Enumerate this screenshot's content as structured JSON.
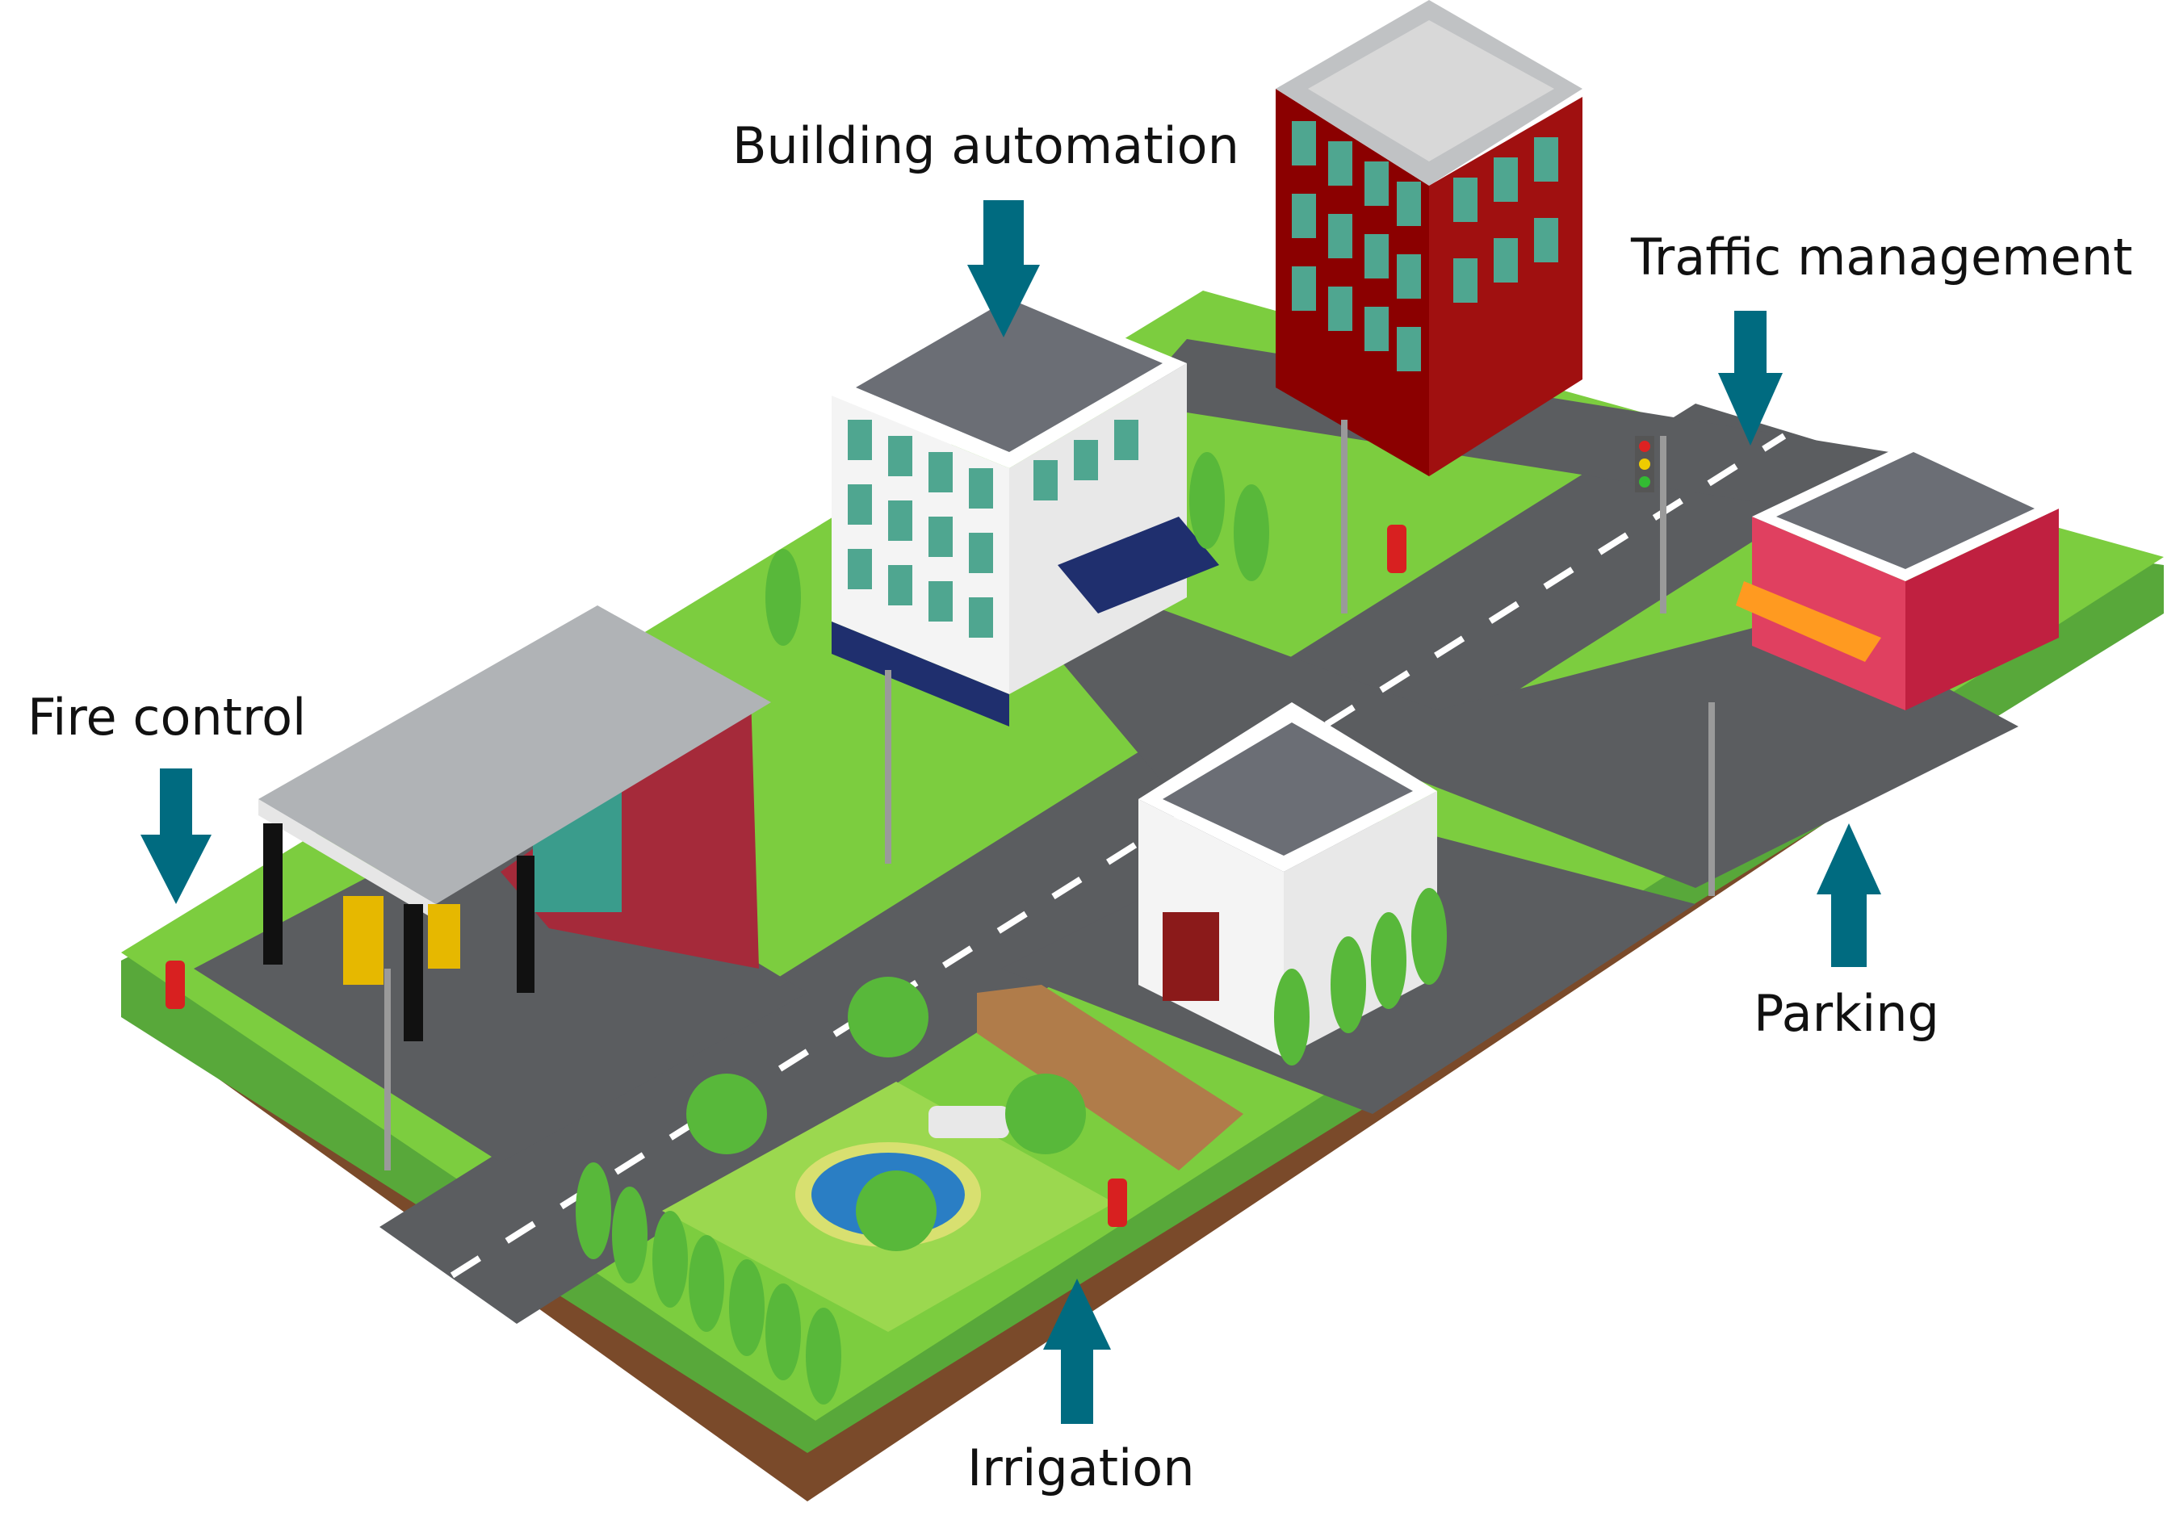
{
  "labels": {
    "building_automation": "Building automation",
    "traffic_management": "Traffic management",
    "fire_control": "Fire control",
    "parking": "Parking",
    "irrigation": "Irrigation"
  },
  "colors": {
    "arrow": "#006b80",
    "grass": "#7ccd3f",
    "grass_dark": "#58a83a",
    "soil": "#7a4a2a",
    "road": "#5b5d60",
    "building_red": "#8b0000",
    "window": "#4fa690",
    "awning_blue": "#1f2f6e",
    "roof_gray": "#6b6e75"
  },
  "icons": [
    "arrow-down-icon",
    "arrow-up-icon",
    "tree-icon",
    "street-lamp-icon",
    "fire-hydrant-icon",
    "traffic-light-icon",
    "fountain-icon",
    "bench-icon",
    "fuel-pump-icon"
  ]
}
